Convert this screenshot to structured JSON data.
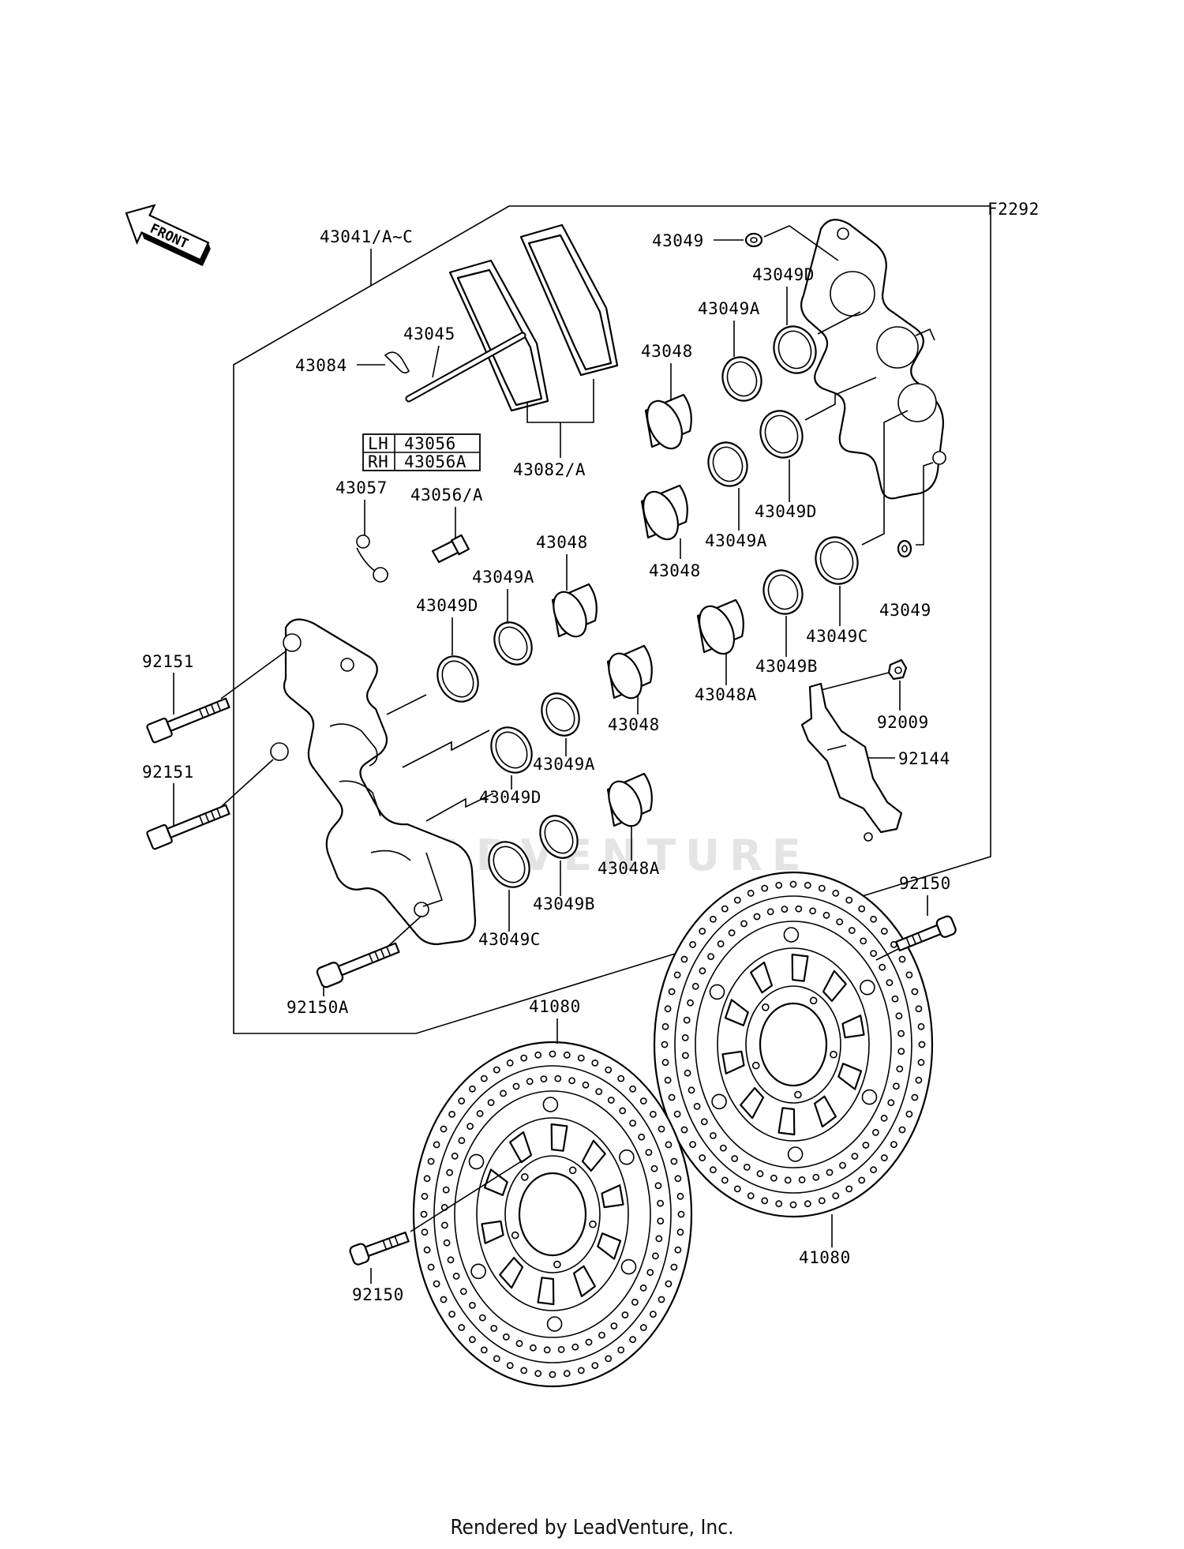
{
  "figure_code": "F2292",
  "front_label": "FRONT",
  "watermark": "LEADVENTURE",
  "footer": "Rendered by LeadVenture, Inc.",
  "side_table": [
    {
      "side": "LH",
      "part": "43056"
    },
    {
      "side": "RH",
      "part": "43056A"
    }
  ],
  "labels": {
    "caliper_assy": "43041/A~C",
    "pin": "43045",
    "pin_clip": "43084",
    "pads": "43082/A",
    "spring": "43057",
    "bleed_valve": "43056/A",
    "bolt_l1": "92151",
    "bolt_l2": "92151",
    "bolt_lower": "92150A",
    "lp_d1": "43049D",
    "lp_a1": "43049A",
    "lp_48_1": "43048",
    "lp_48_2": "43048",
    "lp_a2": "43049A",
    "lp_d2": "43049D",
    "lp_48a": "43048A",
    "lp_b": "43049B",
    "lp_c": "43049C",
    "rp_49_top": "43049",
    "rp_d_top": "43049D",
    "rp_a_top": "43049A",
    "rp_48_top": "43048",
    "rp_d_mid": "43049D",
    "rp_a_mid": "43049A",
    "rp_48_mid": "43048",
    "rp_49_side": "43049",
    "rp_c": "43049C",
    "rp_b": "43049B",
    "rp_48a": "43048A",
    "nut": "92009",
    "bracket": "92144",
    "disc_bolt_r": "92150",
    "disc_bolt_l": "92150",
    "disc_left": "41080",
    "disc_right": "41080"
  }
}
